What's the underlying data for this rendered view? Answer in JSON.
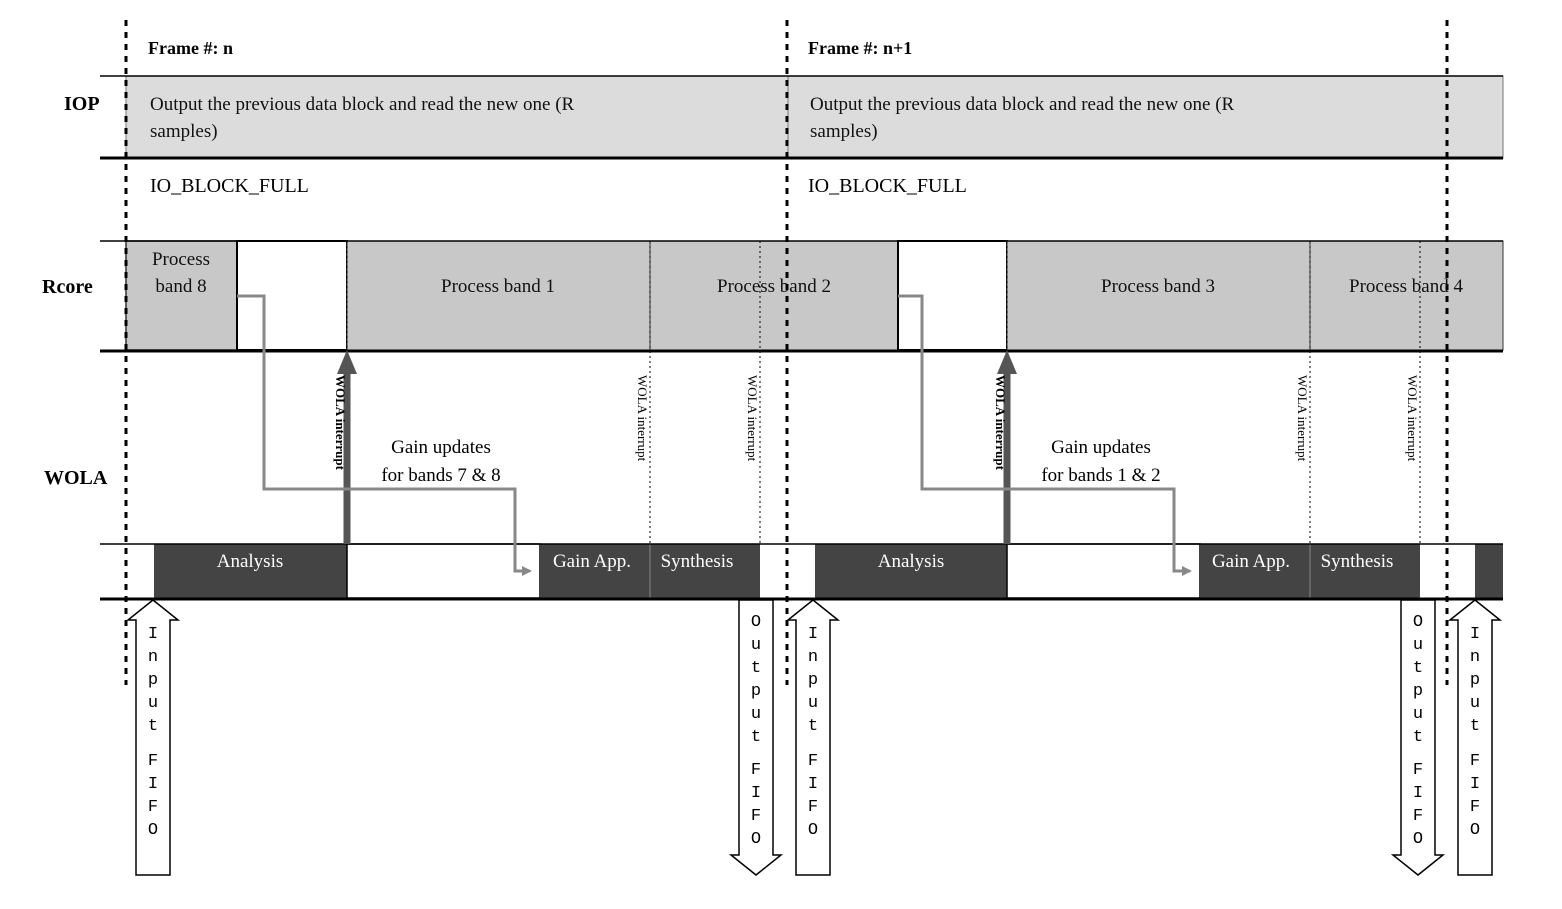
{
  "rows": {
    "iop": "IOP",
    "rcore": "Rcore",
    "wola": "WOLA"
  },
  "frames": [
    {
      "label": "Frame #: n",
      "iop_line1": "Output the previous data block and read the new one (R",
      "iop_line2": "samples)",
      "io_flag": "IO_BLOCK_FULL",
      "gain_line1": "Gain updates",
      "gain_line2": "for bands 7 & 8"
    },
    {
      "label": "Frame #: n+1",
      "iop_line1": "Output the previous data block and read the new one (R",
      "iop_line2": "samples)",
      "io_flag": "IO_BLOCK_FULL",
      "gain_line1": "Gain updates",
      "gain_line2": "for bands 1 & 2"
    }
  ],
  "rcore_blocks": {
    "band8_line1": "Process",
    "band8_line2": "band 8",
    "band1": "Process band 1",
    "band2": "Process band 2",
    "band3": "Process band 3",
    "band4": "Process band 4"
  },
  "wola_blocks": {
    "analysis": "Analysis",
    "gain_app": "Gain App.",
    "synthesis": "Synthesis"
  },
  "interrupt_label": "WOLA interrupt",
  "fifo": {
    "input": "Input FIFO",
    "output": "Output FIFO"
  },
  "colors": {
    "iop_fill": "#dcdcdc",
    "rcore_fill": "#c8c8c8",
    "wola_fill": "#444444",
    "arrow_gray": "#888888",
    "interrupt_arrow": "#555555"
  }
}
